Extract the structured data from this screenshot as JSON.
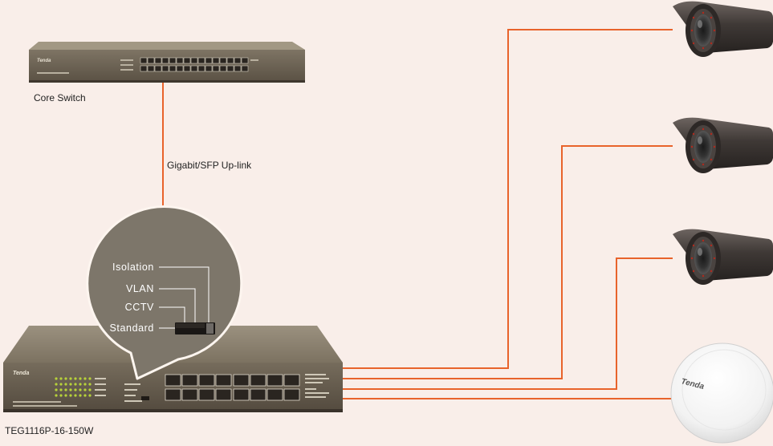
{
  "labels": {
    "core_switch": "Core Switch",
    "uplink": "Gigabit/SFP Up-link",
    "poe_switch": "TEG1116P-16-150W"
  },
  "callout": {
    "modes": [
      "Isolation",
      "VLAN",
      "CCTV",
      "Standard"
    ]
  },
  "brand": "Tenda",
  "devices": {
    "cameras": 3,
    "access_points": 1
  },
  "colors": {
    "background": "#f9eee9",
    "cable": "#e8632b",
    "switch_body": "#6f6555",
    "callout_fill": "#7d766a",
    "port_led": "#b7d23a"
  }
}
